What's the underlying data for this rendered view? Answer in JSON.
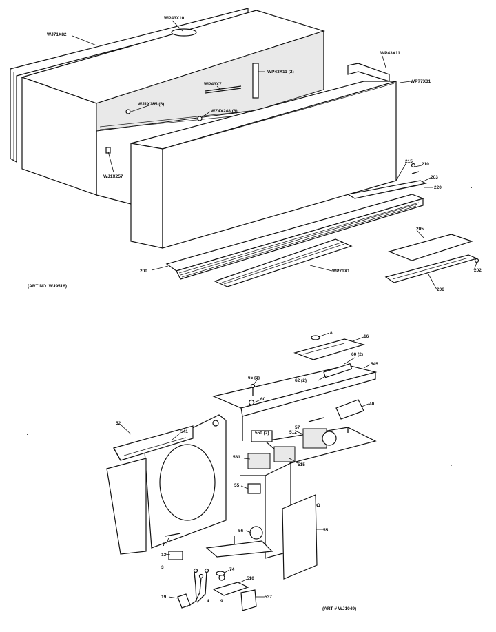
{
  "top_assembly": {
    "art_no": "(ART NO. WJ9516)",
    "labels": {
      "wp43x10": "WP43X10",
      "wj71x82": "WJ71X82",
      "wp43x11": "WP43X11",
      "wp43x11_2": "WP43X11 (2)",
      "wp77x31": "WP77X31",
      "wp43x7": "WP43X7",
      "wj1x355": "WJ1X355 (6)",
      "wz4x248": "WZ4X248 (6)",
      "wj1x257": "WJ1X257",
      "p215": "215",
      "p210": "210",
      "p203": "203",
      "p220": "220",
      "p200": "200",
      "wp71x1": "WP71X1",
      "p205": "205",
      "p202": "202",
      "p206": "206"
    }
  },
  "bottom_assembly": {
    "art_no": "(ART # WJ1049)",
    "labels": {
      "p8": "8",
      "p16": "16",
      "p60_2": "60 (2)",
      "p65_3": "65 (3)",
      "p62_2": "62 (2)",
      "p545": "545",
      "p60": "60",
      "p40": "40",
      "p57": "57",
      "p550_2": "550 (2)",
      "p515": "515",
      "p52_left": "52",
      "p541": "541",
      "p531": "531",
      "p512": "512",
      "p55": "55",
      "p56": "56",
      "p7": "7",
      "p3": "3",
      "p13": "13",
      "p74": "74",
      "p510": "510",
      "p9": "9",
      "p19": "19",
      "p4": "4",
      "p537": "537"
    }
  }
}
